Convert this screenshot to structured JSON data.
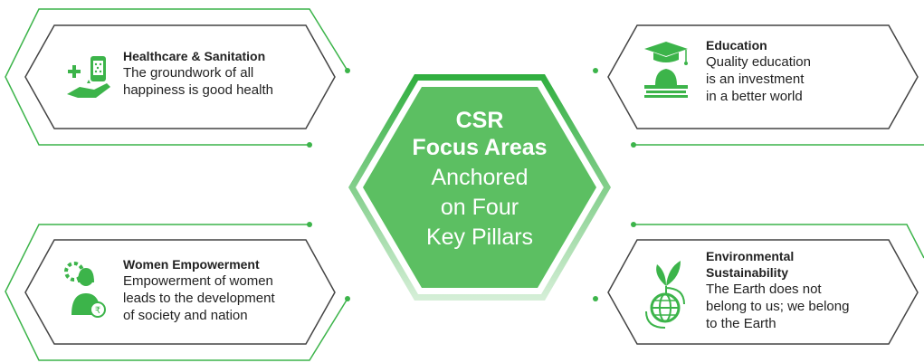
{
  "center": {
    "title_line1": "CSR",
    "title_line2": "Focus Areas",
    "subtitle_line1": "Anchored",
    "subtitle_line2": "on Four",
    "subtitle_line3": "Key Pillars"
  },
  "pillars": [
    {
      "title": "Healthcare & Sanitation",
      "body_lines": [
        "The groundwork of all",
        "happiness is good health"
      ],
      "icon": "healthcare-icon"
    },
    {
      "title": "Education",
      "body_lines": [
        "Quality education",
        "is an investment",
        "in a better world"
      ],
      "icon": "education-icon"
    },
    {
      "title": "Women Empowerment",
      "body_lines": [
        "Empowerment of women",
        "leads to the development",
        "of society and nation"
      ],
      "icon": "women-empowerment-icon"
    },
    {
      "title_lines": [
        "Environmental",
        "Sustainability"
      ],
      "body_lines": [
        "The Earth does not",
        "belong to us; we belong",
        "to the Earth"
      ],
      "icon": "environment-icon"
    }
  ],
  "colors": {
    "accent": "#3cb44a",
    "accent_light": "#b9e3bd",
    "center_fill": "#5cbf62",
    "card_stroke": "#444444",
    "text": "#222222"
  }
}
